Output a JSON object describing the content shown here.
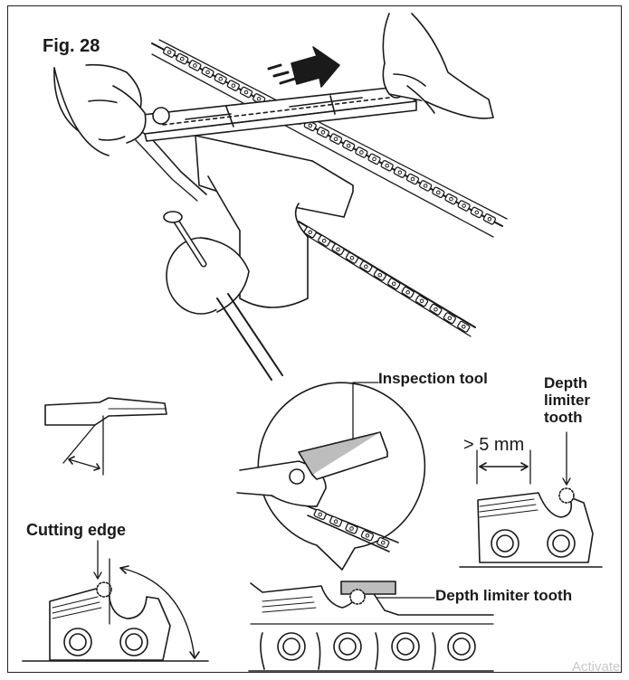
{
  "figure": {
    "title": "Fig. 28",
    "labels": {
      "inspection_tool": "Inspection tool",
      "depth_limiter_top": "Depth\nlimiter\ntooth",
      "gap": "> 5 mm",
      "cutting_edge": "Cutting edge",
      "depth_limiter_bottom": "Depth limiter tooth"
    }
  },
  "watermark": "Activate",
  "icons": [
    "file-icon",
    "arrow-icon",
    "chain-icon",
    "vise-icon",
    "hand-icon",
    "magnifier-circle-icon"
  ]
}
